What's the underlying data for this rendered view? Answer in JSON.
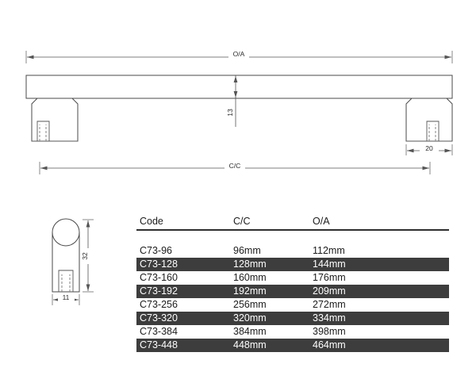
{
  "drawing": {
    "title": "Bar handle technical drawing",
    "elevation": {
      "overall_dim_label": "O/A",
      "centre_dim_label": "C/C",
      "thickness_label": "13",
      "leg_depth_label": "20"
    },
    "end_view": {
      "height_label": "32",
      "width_label": "11"
    }
  },
  "table": {
    "headers": [
      "Code",
      "C/C",
      "O/A"
    ],
    "rows": [
      {
        "code": "C73-96",
        "cc": "96mm",
        "oa": "112mm",
        "shaded": false
      },
      {
        "code": "C73-128",
        "cc": "128mm",
        "oa": "144mm",
        "shaded": true
      },
      {
        "code": "C73-160",
        "cc": "160mm",
        "oa": "176mm",
        "shaded": false
      },
      {
        "code": "C73-192",
        "cc": "192mm",
        "oa": "209mm",
        "shaded": true
      },
      {
        "code": "C73-256",
        "cc": "256mm",
        "oa": "272mm",
        "shaded": false
      },
      {
        "code": "C73-320",
        "cc": "320mm",
        "oa": "334mm",
        "shaded": true
      },
      {
        "code": "C73-384",
        "cc": "384mm",
        "oa": "398mm",
        "shaded": false
      },
      {
        "code": "C73-448",
        "cc": "448mm",
        "oa": "464mm",
        "shaded": true
      }
    ]
  },
  "colors": {
    "band": "#3d3d3d",
    "band_text": "#ffffff",
    "line": "#4a4a4a",
    "text": "#1c1c1c",
    "background": "#ffffff"
  }
}
